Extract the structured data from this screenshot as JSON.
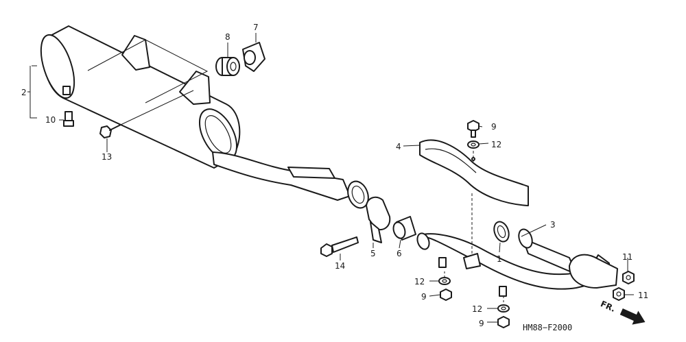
{
  "callouts": {
    "c1": "1",
    "c2": "2",
    "c3": "3",
    "c4": "4",
    "c5": "5",
    "c6": "6",
    "c7": "7",
    "c8": "8",
    "c9a": "9",
    "c9b": "9",
    "c9c": "9",
    "c10": "10",
    "c11a": "11",
    "c11b": "11",
    "c12a": "12",
    "c12b": "12",
    "c12c": "12",
    "c13": "13",
    "c14": "14"
  },
  "diagram_code": "HM88−F2000",
  "direction_label": "FR."
}
